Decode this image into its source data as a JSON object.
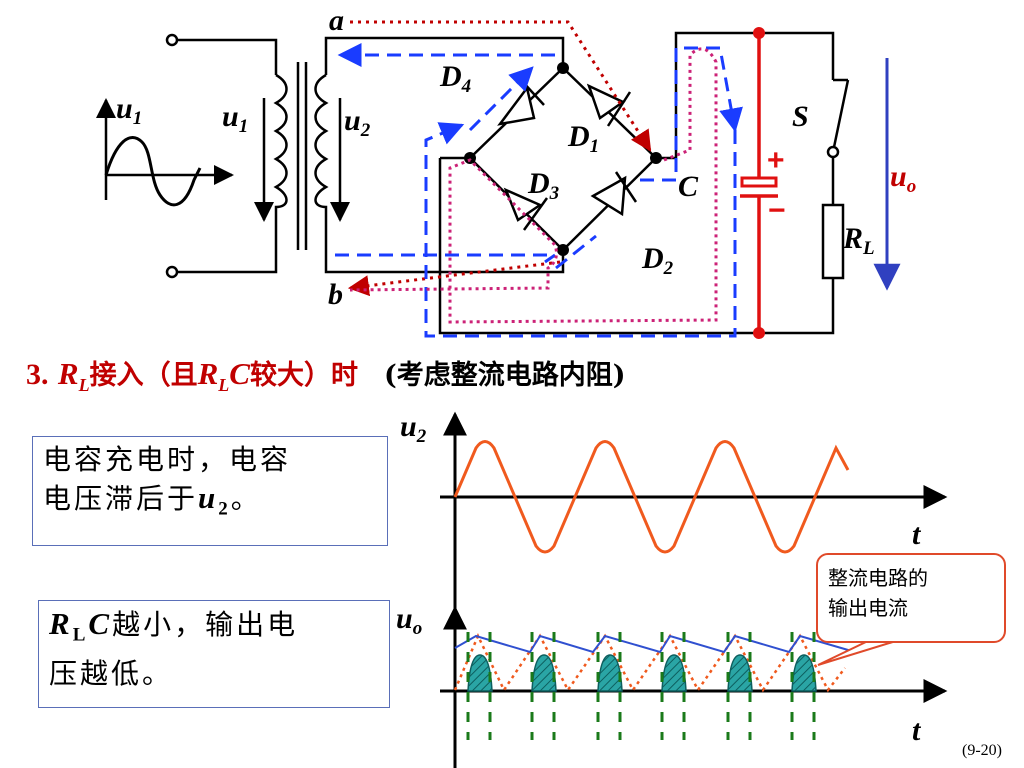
{
  "circuit": {
    "label_a": "a",
    "label_b": "b",
    "label_u1_left": "u",
    "label_u1_left_sub": "1",
    "label_u1": "u",
    "label_u1_sub": "1",
    "label_u2": "u",
    "label_u2_sub": "2",
    "label_D4": "D",
    "label_D4_sub": "4",
    "label_D1": "D",
    "label_D1_sub": "1",
    "label_D3": "D",
    "label_D3_sub": "3",
    "label_D2": "D",
    "label_D2_sub": "2",
    "label_C": "C",
    "label_S": "S",
    "label_RL": "R",
    "label_RL_sub": "L",
    "label_uo": "u",
    "label_uo_sub": "o",
    "plus": "+",
    "minus": "−"
  },
  "heading": {
    "num": "3.",
    "r": "R",
    "r_sub": "L",
    "t1": "接入（且",
    "r2": "R",
    "r2_sub": "L",
    "c": "C",
    "t2": "较大）时",
    "note": "(考虑整流电路内阻)"
  },
  "box1": {
    "line1": "电容充电时，电容",
    "line2_a": "电压滞后于",
    "line2_u": "u",
    "line2_sub": "2",
    "line2_b": "。"
  },
  "box2": {
    "r": "R",
    "r_sub": "L",
    "c": "C",
    "line1_b": "越小，输出电",
    "line2": "压越低。"
  },
  "graph1": {
    "ylabel": "u",
    "ylabel_sub": "2",
    "xlabel": "t"
  },
  "graph2": {
    "ylabel": "u",
    "ylabel_sub": "o",
    "xlabel": "t"
  },
  "callout": {
    "line1": "整流电路的",
    "line2": "输出电流"
  },
  "page": "(9-20)",
  "colors": {
    "red_path": "#c00000",
    "blue_path": "#1a3cff",
    "pink_path": "#cc2277",
    "capacitor_red": "#e01010",
    "sine": "#f05a1e",
    "envelope": "#3050d0",
    "pulse_fill": "#2aa5a5",
    "dash_green": "#1a7a1a",
    "callout_border": "#e04a2a"
  }
}
